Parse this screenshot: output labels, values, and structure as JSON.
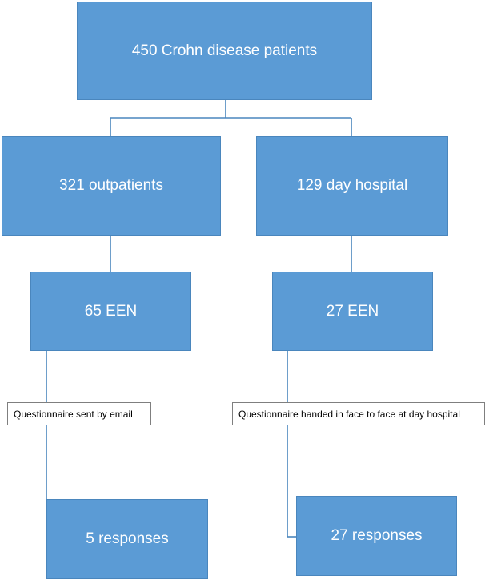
{
  "diagram": {
    "root": {
      "label": "450 Crohn disease patients"
    },
    "branches": [
      {
        "group": "321 outpatients",
        "subset": "65 EEN",
        "method": "Questionnaire sent by email",
        "result": "5 responses"
      },
      {
        "group": "129 day hospital",
        "subset": "27 EEN",
        "method": "Questionnaire handed in face to face at day hospital",
        "result": "27 responses"
      }
    ]
  },
  "colors": {
    "box_fill": "#5b9bd5",
    "box_border": "#4a86bd",
    "box_text": "#ffffff",
    "connector": "#4a86bd"
  }
}
